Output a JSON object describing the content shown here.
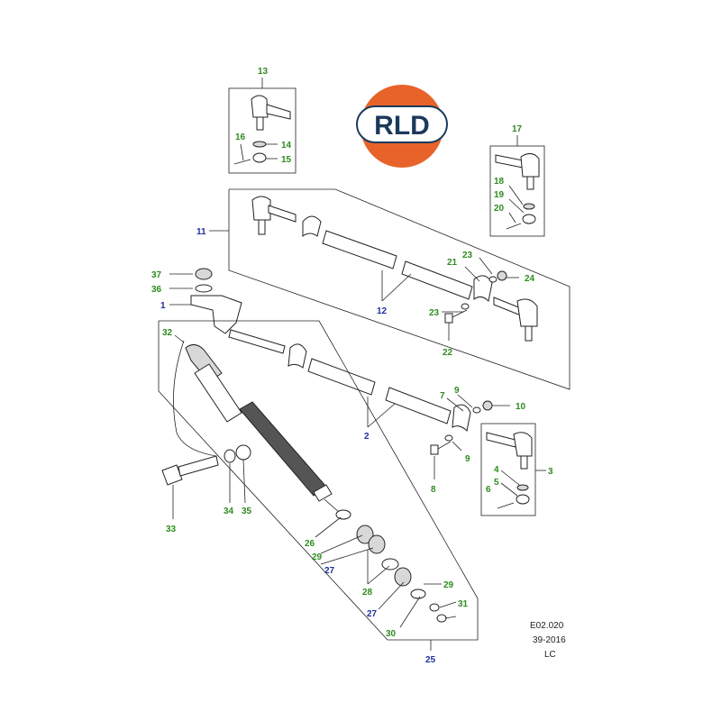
{
  "logo": {
    "text": "RLD",
    "ring_color": "#e8632a",
    "text_color": "#1b3a5c"
  },
  "colors": {
    "callout_green": "#2e8b1e",
    "callout_blue": "#1f2f9a",
    "outline": "#222222"
  },
  "callouts": {
    "c1": "1",
    "c2": "2",
    "c3": "3",
    "c4": "4",
    "c5": "5",
    "c6": "6",
    "c7": "7",
    "c8": "8",
    "c9a": "9",
    "c9b": "9",
    "c10": "10",
    "c11": "11",
    "c12": "12",
    "c13": "13",
    "c14": "14",
    "c15": "15",
    "c16": "16",
    "c17": "17",
    "c18": "18",
    "c19": "19",
    "c20": "20",
    "c21": "21",
    "c22": "22",
    "c23a": "23",
    "c23b": "23",
    "c24": "24",
    "c25": "25",
    "c26": "26",
    "c27a": "27",
    "c27b": "27",
    "c28": "28",
    "c29a": "29",
    "c29b": "29",
    "c30": "30",
    "c31": "31",
    "c32": "32",
    "c33": "33",
    "c34": "34",
    "c35": "35",
    "c36": "36",
    "c37": "37"
  },
  "reference": {
    "code": "E02.020",
    "date": "39-2016",
    "initials": "LC"
  }
}
